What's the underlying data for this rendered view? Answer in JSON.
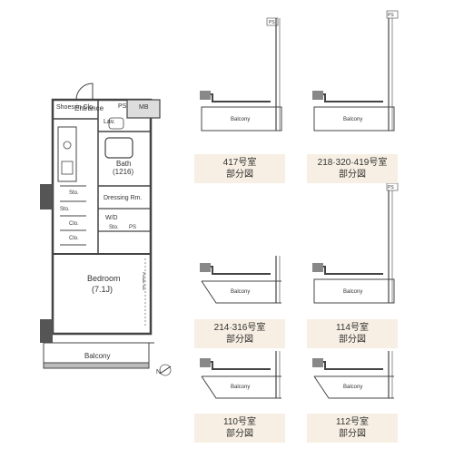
{
  "main_plan": {
    "rooms": {
      "shoes_in_closet": "Shoes-in Clo.",
      "entrance": "Entrance",
      "ps": "PS",
      "mb": "MB",
      "lav": "Lav.",
      "bath": "Bath",
      "bath_size": "(1216)",
      "dressing": "Dressing Rm.",
      "wd": "W/D",
      "sto_1": "Sto.",
      "sto_2": "Sto.",
      "sto_3": "Sto.",
      "ps_2": "PS",
      "clo_1": "Clo.",
      "clo_2": "Clo.",
      "bedroom": "Bedroom",
      "bedroom_size": "(7.1J)",
      "balcony": "Balcony",
      "pipe_label": "Private Net"
    },
    "compass": "N"
  },
  "partial_plans": [
    {
      "label": "417号室",
      "sub": "部分図",
      "balcony": "Balcony",
      "ps": ""
    },
    {
      "label": "218·320·419号室",
      "sub": "部分図",
      "balcony": "Balcony",
      "ps": "PS"
    },
    {
      "label": "214·316号室",
      "sub": "部分図",
      "balcony": "Balcony",
      "ps": ""
    },
    {
      "label": "114号室",
      "sub": "部分図",
      "balcony": "Balcony",
      "ps": "PS"
    },
    {
      "label": "110号室",
      "sub": "部分図",
      "balcony": "Balcony",
      "ps": ""
    },
    {
      "label": "112号室",
      "sub": "部分図",
      "balcony": "Balcony",
      "ps": ""
    }
  ],
  "top_ps": "PS"
}
